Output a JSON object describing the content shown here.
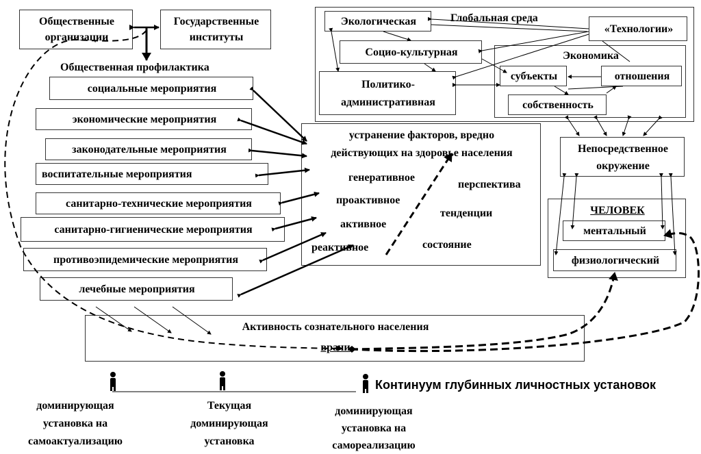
{
  "top": {
    "public_orgs": [
      "Общественные",
      "организации"
    ],
    "state_inst": [
      "Государственные",
      "институты"
    ]
  },
  "prevention": {
    "title": "Общественная профилактика",
    "items": [
      "социальные мероприятия",
      "экономические мероприятия",
      "законодательные мероприятия",
      "воспитательные мероприятия",
      "санитарно-технические мероприятия",
      "санитарно-гигиенические мероприятия",
      "противоэпидемические мероприятия",
      "лечебные мероприятия"
    ]
  },
  "center": {
    "title": [
      "устранение факторов, вредно",
      "действующих на здоровье населения"
    ],
    "levels": [
      "генеративное",
      "проактивное",
      "активное",
      "реактивное"
    ],
    "states": [
      "перспектива",
      "тенденции",
      "состояние"
    ]
  },
  "global": {
    "title": "Глобальная среда",
    "ecological": "Экологическая",
    "sociocultural": "Социо-культурная",
    "political": [
      "Политико-",
      "административная"
    ],
    "technologies": "«Технологии»",
    "economy": {
      "title": "Экономика",
      "subjects": "субъекты",
      "relations": "отношения",
      "property": "собственность"
    }
  },
  "environment": [
    "Непосредственное",
    "окружение"
  ],
  "human": {
    "title": "ЧЕЛОВЕК",
    "mental": "ментальный",
    "physiological": "физиологический"
  },
  "activity": {
    "title": "Активность сознательного населения",
    "doctors": "врачи"
  },
  "continuum": {
    "title": "Континуум глубинных личностных установок",
    "left": [
      "доминирующая",
      "установка на",
      "самоактуализацию"
    ],
    "middle": [
      "Текущая",
      "доминирующая",
      "установка"
    ],
    "right": [
      "доминирующая",
      "установка на",
      "самореализацию"
    ]
  }
}
